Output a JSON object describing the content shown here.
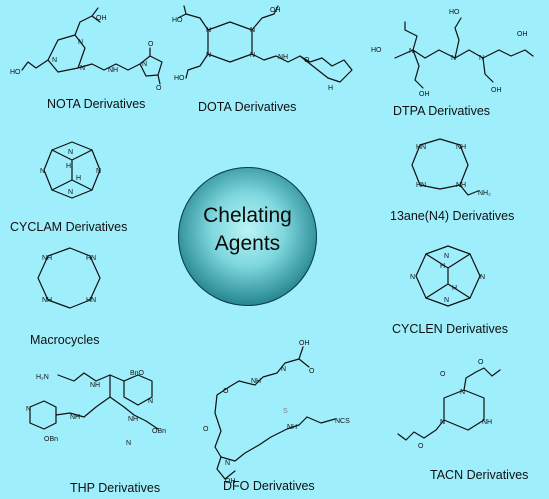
{
  "title": {
    "line1": "Chelating",
    "line2": "Agents"
  },
  "labels": {
    "nota": "NOTA Derivatives",
    "dota": "DOTA Derivatives",
    "dtpa": "DTPA Derivatives",
    "cyclam": "CYCLAM Derivatives",
    "ane": "13ane(N4) Derivatives",
    "macro": "Macrocycles",
    "cyclen": "CYCLEN Derivatives",
    "thp": "THP Derivatives",
    "dfo": "DFO Derivatives",
    "tacn": "TACN Derivatives"
  },
  "atoms": {
    "N": "N",
    "O": "O",
    "H": "H",
    "S": "S",
    "OH": "OH",
    "HO": "HO",
    "NH": "NH",
    "HN": "HN",
    "NH2": "NH₂",
    "H2N": "H₂N",
    "OBn": "OBn",
    "BnO": "BnO",
    "NCS": "NCS"
  }
}
